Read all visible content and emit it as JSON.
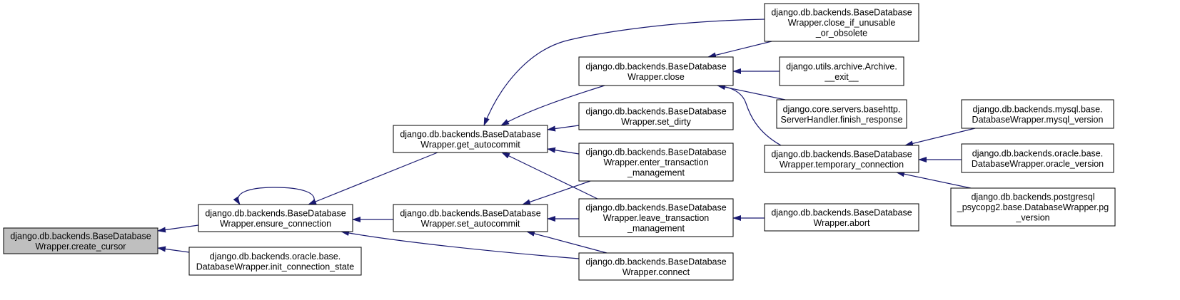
{
  "colors": {
    "edge": "#191970",
    "node_border": "#000000",
    "node_fill": "#ffffff",
    "root_fill": "#bfbfbf"
  },
  "nodes": {
    "create_cursor": {
      "lines": [
        "django.db.backends.BaseDatabase",
        "Wrapper.create_cursor"
      ],
      "highlight": true
    },
    "ensure_connection": {
      "lines": [
        "django.db.backends.BaseDatabase",
        "Wrapper.ensure_connection"
      ]
    },
    "init_connection_state": {
      "lines": [
        "django.db.backends.oracle.base.",
        "DatabaseWrapper.init_connection_state"
      ]
    },
    "get_autocommit": {
      "lines": [
        "django.db.backends.BaseDatabase",
        "Wrapper.get_autocommit"
      ]
    },
    "set_autocommit": {
      "lines": [
        "django.db.backends.BaseDatabase",
        "Wrapper.set_autocommit"
      ]
    },
    "close": {
      "lines": [
        "django.db.backends.BaseDatabase",
        "Wrapper.close"
      ]
    },
    "set_dirty": {
      "lines": [
        "django.db.backends.BaseDatabase",
        "Wrapper.set_dirty"
      ]
    },
    "enter_transaction_management": {
      "lines": [
        "django.db.backends.BaseDatabase",
        "Wrapper.enter_transaction",
        "_management"
      ]
    },
    "leave_transaction_management": {
      "lines": [
        "django.db.backends.BaseDatabase",
        "Wrapper.leave_transaction",
        "_management"
      ]
    },
    "connect": {
      "lines": [
        "django.db.backends.BaseDatabase",
        "Wrapper.connect"
      ]
    },
    "close_if_unusable_or_obsolete": {
      "lines": [
        "django.db.backends.BaseDatabase",
        "Wrapper.close_if_unusable",
        "_or_obsolete"
      ]
    },
    "archive_exit": {
      "lines": [
        "django.utils.archive.Archive.",
        "__exit__"
      ]
    },
    "finish_response": {
      "lines": [
        "django.core.servers.basehttp.",
        "ServerHandler.finish_response"
      ]
    },
    "temporary_connection": {
      "lines": [
        "django.db.backends.BaseDatabase",
        "Wrapper.temporary_connection"
      ]
    },
    "abort": {
      "lines": [
        "django.db.backends.BaseDatabase",
        "Wrapper.abort"
      ]
    },
    "mysql_version": {
      "lines": [
        "django.db.backends.mysql.base.",
        "DatabaseWrapper.mysql_version"
      ]
    },
    "oracle_version": {
      "lines": [
        "django.db.backends.oracle.base.",
        "DatabaseWrapper.oracle_version"
      ]
    },
    "pg_version": {
      "lines": [
        "django.db.backends.postgresql",
        "_psycopg2.base.DatabaseWrapper.pg",
        "_version"
      ]
    }
  },
  "edges": [
    {
      "from": "ensure_connection",
      "to": "create_cursor"
    },
    {
      "from": "init_connection_state",
      "to": "create_cursor"
    },
    {
      "from": "ensure_connection",
      "to": "ensure_connection"
    },
    {
      "from": "get_autocommit",
      "to": "ensure_connection"
    },
    {
      "from": "set_autocommit",
      "to": "ensure_connection"
    },
    {
      "from": "connect",
      "to": "ensure_connection"
    },
    {
      "from": "close",
      "to": "get_autocommit"
    },
    {
      "from": "set_dirty",
      "to": "get_autocommit"
    },
    {
      "from": "enter_transaction_management",
      "to": "get_autocommit"
    },
    {
      "from": "leave_transaction_management",
      "to": "get_autocommit"
    },
    {
      "from": "close_if_unusable_or_obsolete",
      "to": "get_autocommit"
    },
    {
      "from": "enter_transaction_management",
      "to": "set_autocommit"
    },
    {
      "from": "leave_transaction_management",
      "to": "set_autocommit"
    },
    {
      "from": "connect",
      "to": "set_autocommit"
    },
    {
      "from": "close_if_unusable_or_obsolete",
      "to": "close"
    },
    {
      "from": "archive_exit",
      "to": "close"
    },
    {
      "from": "finish_response",
      "to": "close"
    },
    {
      "from": "temporary_connection",
      "to": "close"
    },
    {
      "from": "abort",
      "to": "leave_transaction_management"
    },
    {
      "from": "mysql_version",
      "to": "temporary_connection"
    },
    {
      "from": "oracle_version",
      "to": "temporary_connection"
    },
    {
      "from": "pg_version",
      "to": "temporary_connection"
    }
  ]
}
